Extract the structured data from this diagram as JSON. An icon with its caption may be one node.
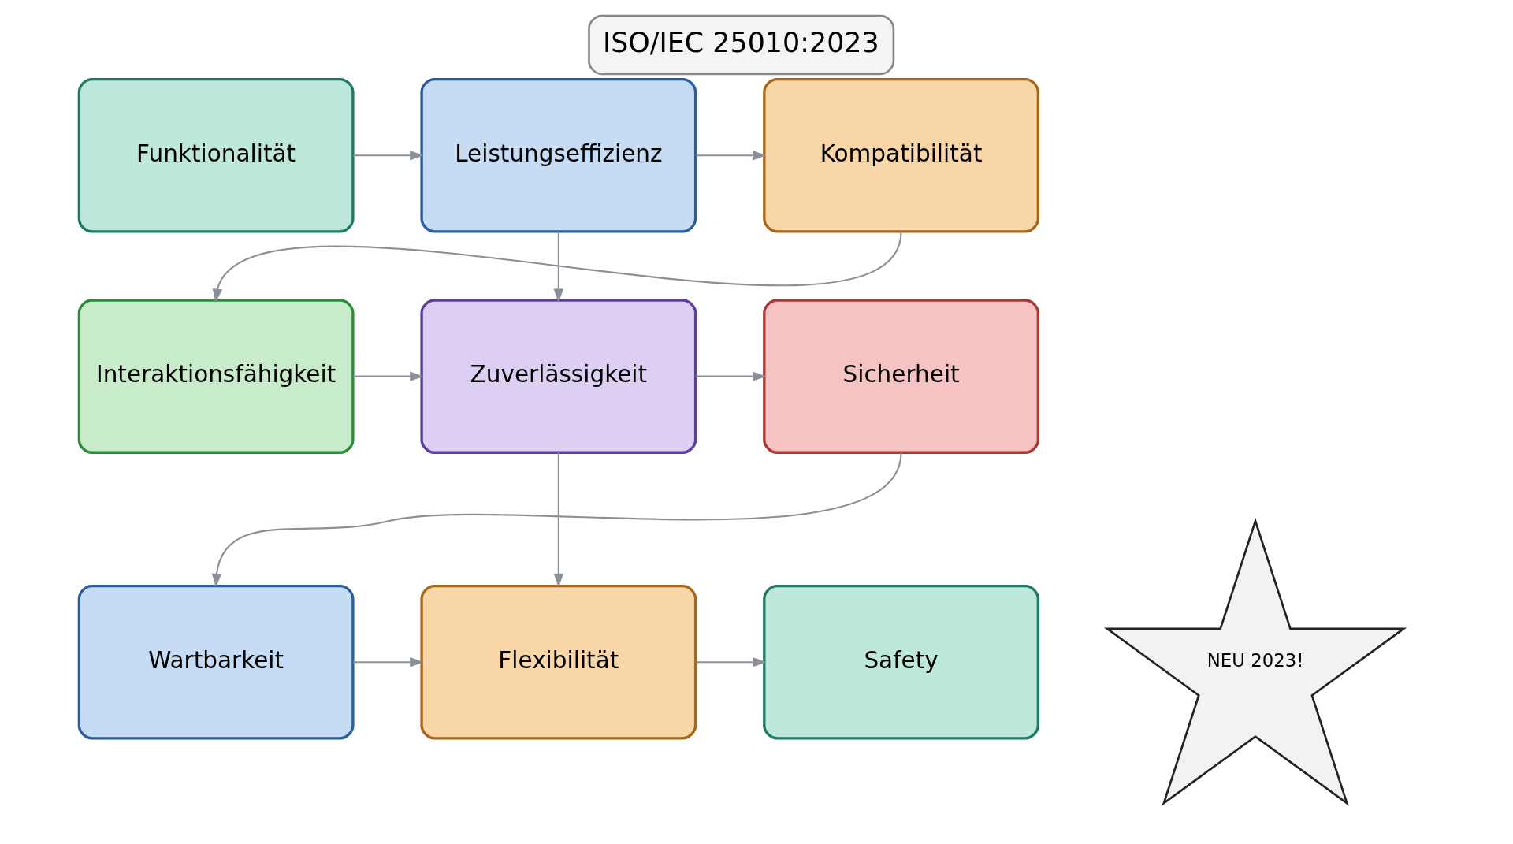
{
  "diagram": {
    "title": "ISO/IEC 25010:2023",
    "nodes": [
      {
        "text": [
          "Funktionalität"
        ]
      },
      {
        "text": [
          "Leistungseffizienz"
        ]
      },
      {
        "text": [
          "Kompatibilität"
        ]
      },
      {
        "text": [
          "Interaktionsfähigkeit"
        ]
      },
      {
        "text": [
          "Zuverlässigkeit"
        ]
      },
      {
        "text": [
          "Sicherheit"
        ]
      },
      {
        "text": [
          "Wartbarkeit"
        ]
      },
      {
        "text": [
          "Flexibilität"
        ]
      },
      {
        "text": [
          "Safety"
        ]
      },
      {
        "text": [
          "NEU 2023!"
        ]
      }
    ],
    "edges": [
      {
        "from": 0,
        "to": 1,
        "arrow": "to"
      },
      {
        "from": 1,
        "to": 2,
        "arrow": "to"
      },
      {
        "from": 2,
        "to": 3,
        "arrow": "to"
      },
      {
        "from": 1,
        "to": 4,
        "arrow": "to"
      },
      {
        "from": 3,
        "to": 4,
        "arrow": "to"
      },
      {
        "from": 4,
        "to": 5,
        "arrow": "to"
      },
      {
        "from": 5,
        "to": 6,
        "arrow": "to"
      },
      {
        "from": 4,
        "to": 7,
        "arrow": "to"
      },
      {
        "from": 6,
        "to": 7,
        "arrow": "to"
      },
      {
        "from": 7,
        "to": 8,
        "arrow": "to"
      }
    ]
  }
}
